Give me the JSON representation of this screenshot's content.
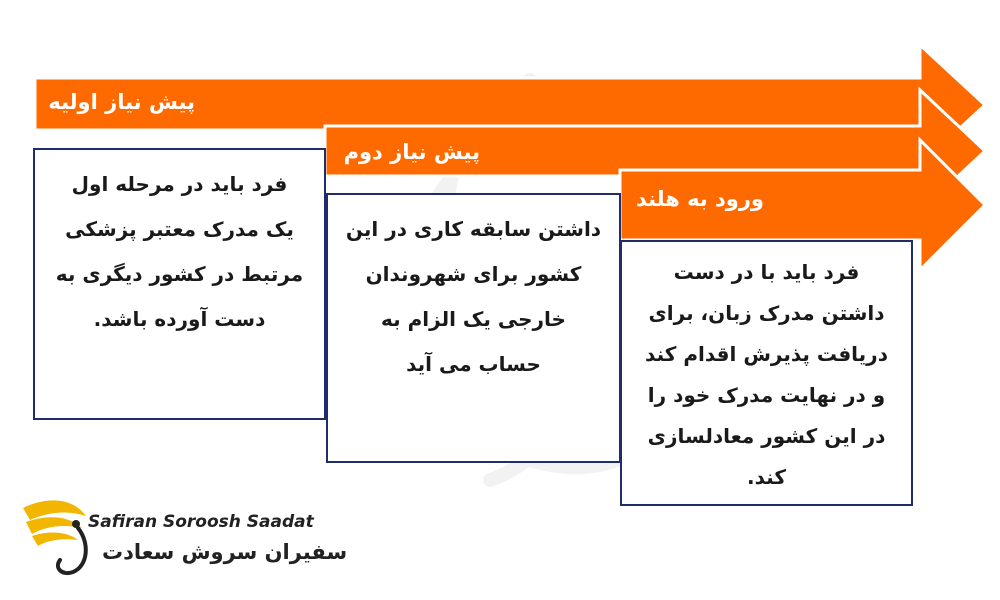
{
  "colors": {
    "arrow": "#ff6a00",
    "arrow_outline": "#ffffff",
    "box_border": "#1f2d6b",
    "text": "#1a1a1a"
  },
  "steps": [
    {
      "title": "پیش نیاز اولیه",
      "lines": [
        "فرد باید در مرحله اول",
        "یک مدرک معتبر پزشکی",
        "مرتبط در کشور دیگری به",
        "دست آورده باشد."
      ]
    },
    {
      "title": "پیش نیاز دوم",
      "lines": [
        "داشتن سابقه کاری در این",
        "کشور برای شهروندان",
        "خارجی یک الزام به",
        "حساب می آید"
      ]
    },
    {
      "title": "ورود به هلند",
      "lines": [
        "فرد باید با در دست",
        "داشتن مدرک زبان، برای",
        "دریافت پذیرش اقدام کند",
        "و در نهایت مدرک خود را",
        "در این کشور معادلسازی",
        "کند."
      ]
    }
  ],
  "logo": {
    "name_en": "Safiran Soroosh Saadat",
    "name_fa": "سفیران سروش سعادت",
    "icon": "wing-logo-icon"
  }
}
